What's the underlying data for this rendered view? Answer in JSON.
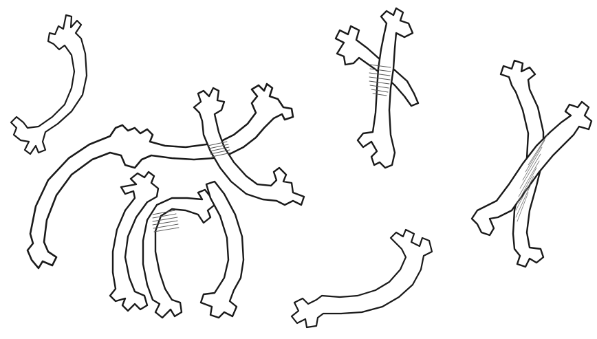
{
  "illustration": {
    "ink_color": "#1a1a1a",
    "hatch_color": "#555555",
    "paper_color": "#ffffff",
    "figures": [
      {
        "name": "single-spicule-top-left",
        "crossed": false
      },
      {
        "name": "crossed-pair-center-top",
        "crossed": true
      },
      {
        "name": "crossed-pair-center-bottom",
        "crossed": true
      },
      {
        "name": "long-curved-spicule-center",
        "crossed": false
      },
      {
        "name": "crossed-pair-top-right",
        "crossed": true
      },
      {
        "name": "single-spicule-bottom-center",
        "crossed": false
      },
      {
        "name": "crossed-pair-far-right",
        "crossed": true
      }
    ]
  }
}
